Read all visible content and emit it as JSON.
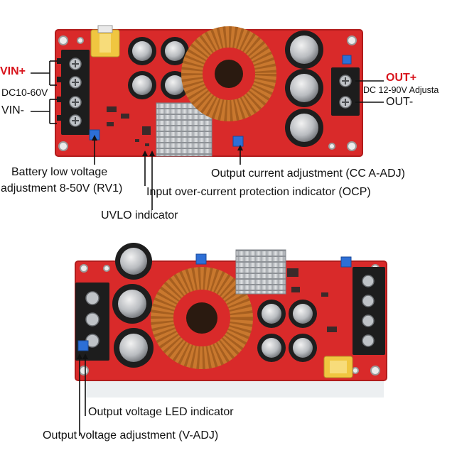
{
  "top_board": {
    "vin_plus": "VIN+",
    "vin_range": "DC10-60V",
    "vin_minus": "VIN-",
    "out_plus": "OUT+",
    "out_range": "DC 12-90V Adjusta",
    "out_minus": "OUT-",
    "battery_line1": "Battery low voltage",
    "battery_line2": "adjustment 8-50V (RV1)",
    "current_adj": "Output current adjustment (CC A-ADJ)",
    "ocp": "Input over-current protection indicator (OCP)",
    "uvlo": "UVLO indicator"
  },
  "bottom_board": {
    "led": "Output voltage LED indicator",
    "vadj": "Output voltage adjustment (V-ADJ)"
  },
  "colors": {
    "pcb_red": "#d92a2a",
    "copper": "#c9782e",
    "terminal_black": "#1d1d1d",
    "heatsink": "#c9ccd0",
    "label_red": "#d8141c"
  }
}
